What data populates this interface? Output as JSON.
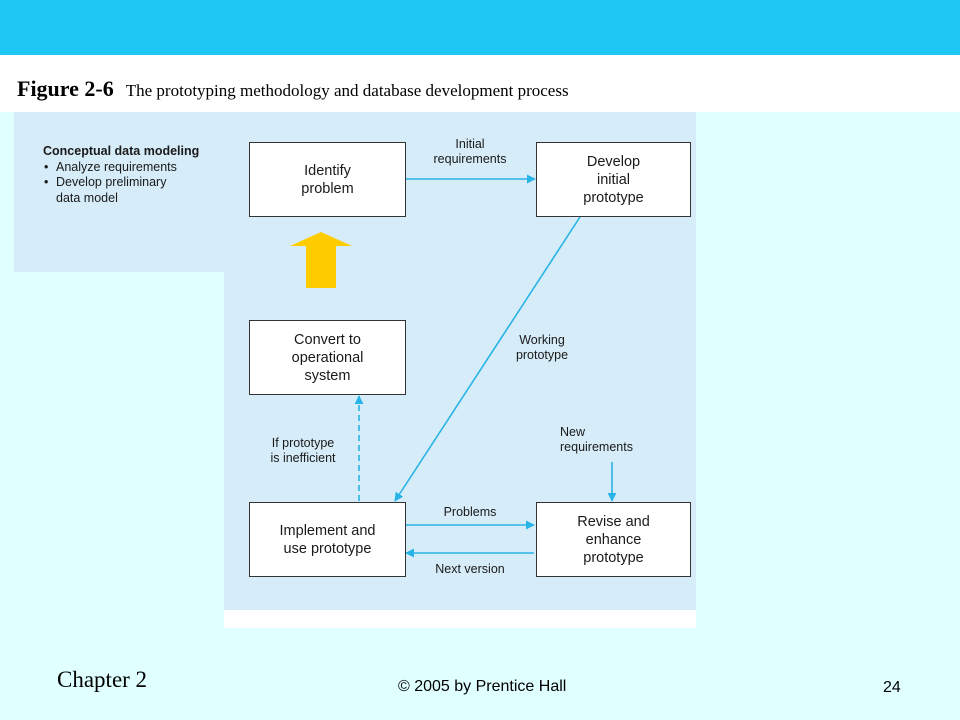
{
  "figure": {
    "number": "Figure 2-6",
    "title": "The prototyping methodology and database development process"
  },
  "side_note": {
    "heading": "Conceptual data modeling",
    "bullets": [
      "Analyze requirements",
      "Develop preliminary\ndata model"
    ]
  },
  "boxes": {
    "identify": "Identify\nproblem",
    "develop": "Develop\ninitial\nprototype",
    "convert": "Convert to\noperational\nsystem",
    "implement": "Implement and\nuse prototype",
    "revise": "Revise and\nenhance\nprototype"
  },
  "edge_labels": {
    "initial_requirements": "Initial\nrequirements",
    "working_prototype": "Working\nprototype",
    "new_requirements": "New\nrequirements",
    "if_inefficient": "If prototype\nis inefficient",
    "problems": "Problems",
    "next_version": "Next version"
  },
  "colors": {
    "arrow": "#28b4e6",
    "highlight_arrow": "#ffcc00"
  },
  "footer": {
    "chapter": "Chapter 2",
    "copyright": "© 2005 by Prentice Hall",
    "page": "24"
  }
}
